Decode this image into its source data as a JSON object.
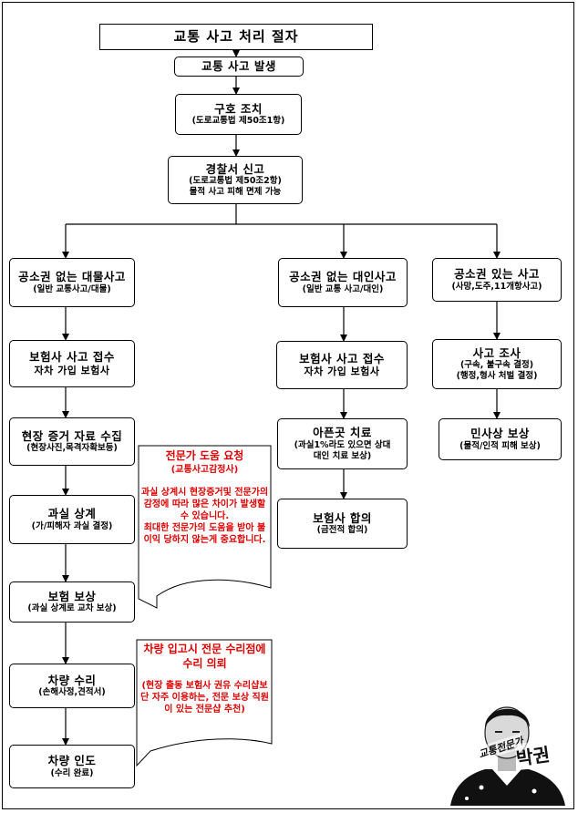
{
  "title": "교통 사고 처리 절자",
  "steps": {
    "occur": {
      "main": "교통 사고 발생"
    },
    "rescue": {
      "main": "구호 조치",
      "sub": "(도로교통법 제50조1항)"
    },
    "police": {
      "main": "경찰서 신고",
      "sub": "(도로교통법 제50조2항)",
      "sub2": "물적 사고 피해 면제 가능"
    }
  },
  "branches": {
    "property": {
      "head_main": "공소권 없는 대물사고",
      "head_sub": "(일반 교통사고/대물)",
      "s1_main": "보험사 사고 접수",
      "s1_sub": "자차 가입 보험사",
      "s2_main": "현장 증거 자료 수집",
      "s2_sub": "(현장사진,목격자확보등)",
      "s3_main": "과실 상계",
      "s3_sub": "(가/피해자 과실 결정)",
      "s4_main": "보험 보상",
      "s4_sub": "(과실 상계로 교차 보상)",
      "s5_main": "차량 수리",
      "s5_sub": "(손해사정,견적서)",
      "s6_main": "차량 인도",
      "s6_sub": "(수리 완료)"
    },
    "personal": {
      "head_main": "공소권 없는 대인사고",
      "head_sub": "(일반 교통 사고/대인)",
      "s1_main": "보험사 사고 접수",
      "s1_sub": "자차 가입 보험사",
      "s2_main": "아픈곳 치료",
      "s2_sub": "(과실1%라도 있으면 상대",
      "s2_sub2": "대인 치료 보상)",
      "s3_main": "보험사 합의",
      "s3_sub": "(금전적 합의)"
    },
    "prosecutable": {
      "head_main": "공소권 있는 사고",
      "head_sub": "(사망,도주,11개항사고)",
      "s1_main": "사고 조사",
      "s1_sub": "(구속, 불구속 결정)",
      "s1_sub2": "(행정,형사 처벌 결정)",
      "s2_main": "민사상 보상",
      "s2_sub": "(물적/인적 피해 보상)"
    }
  },
  "notes": {
    "expert": {
      "title": "전문가 도움 요청",
      "subtitle": "(교통사고감정사)",
      "body1": "과실 상계시 현장증거및 전문가의 감정에 따라 많은 차이가 발생할수 있습니다.",
      "body2": "최대한 전문가의 도움을 받아 불이익 당하지 않는게 중요합니다."
    },
    "repair": {
      "title": "차량 입고시 전문 수리점에 수리 의뢰",
      "body": "(현장 출동 보험사 권유 수리샵보단 자주 이용하는, 전문 보상 직원이 있는 전문샵 추천)"
    }
  },
  "signature": {
    "small": "교통전문가",
    "big": "박권"
  },
  "colors": {
    "line": "#000000",
    "note_text": "#e00000",
    "background": "#ffffff"
  },
  "icons": {
    "portrait": "person-portrait-icon"
  }
}
